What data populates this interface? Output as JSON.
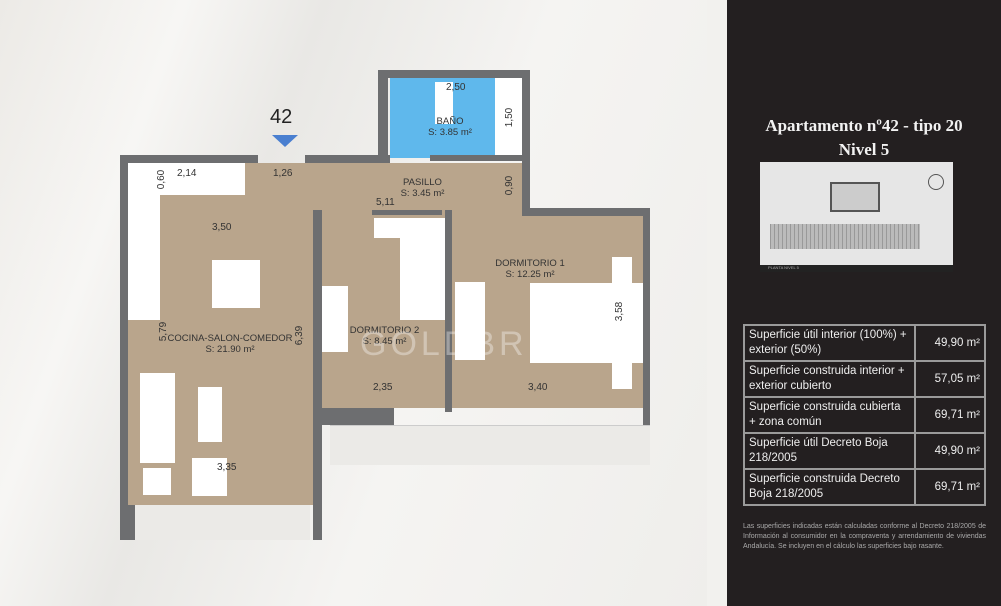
{
  "plan": {
    "unit_marker": "42",
    "rooms": [
      {
        "name": "BAÑO",
        "area": "S: 3.85 m²"
      },
      {
        "name": "PASILLO",
        "area": "S: 3.45 m²"
      },
      {
        "name": "COCINA-SALON-COMEDOR",
        "area": "S: 21.90 m²"
      },
      {
        "name": "DORMITORIO 2",
        "area": "S: 8.45 m²"
      },
      {
        "name": "DORMITORIO 1",
        "area": "S: 12.25 m²"
      }
    ],
    "dimensions": {
      "bano_w": "2,50",
      "bano_h": "1,50",
      "kitchen_depth": "0,60",
      "kitchen_w": "2,14",
      "entry_w": "1,26",
      "pasillo_w": "5,11",
      "pasillo_h": "0,90",
      "living_top": "3,50",
      "living_left": "5,79",
      "living_right": "6,39",
      "living_bottom": "3,35",
      "dorm2_w": "2,35",
      "dorm1_w": "3,40",
      "dorm1_h": "3,58"
    },
    "watermark": "GOLDBRICKS",
    "marker_color": "#4a7fd0",
    "floor_color": "#b9a58c",
    "bath_color": "#5fb8ec"
  },
  "panel": {
    "title": "Apartamento nº42 - tipo 20",
    "subtitle": "Nivel 5",
    "keyplan_caption": "PLANTA NIVEL 5",
    "table": [
      {
        "label": "Superficie útil interior (100%) + exterior (50%)",
        "value": "49,90 m²"
      },
      {
        "label": "Superficie construida interior + exterior cubierto",
        "value": "57,05 m²"
      },
      {
        "label": "Superficie construida cubierta + zona común",
        "value": "69,71 m²"
      },
      {
        "label": "Superficie útil Decreto Boja 218/2005",
        "value": "49,90 m²"
      },
      {
        "label": "Superficie construida Decreto Boja 218/2005",
        "value": "69,71 m²"
      }
    ],
    "note": "Las superficies indicadas están calculadas conforme al Decreto 218/2005 de Información al consumidor en la compraventa y arrendamiento de viviendas Andalucía. Se incluyen en el cálculo las superficies bajo rasante.",
    "background": "#231f20"
  }
}
